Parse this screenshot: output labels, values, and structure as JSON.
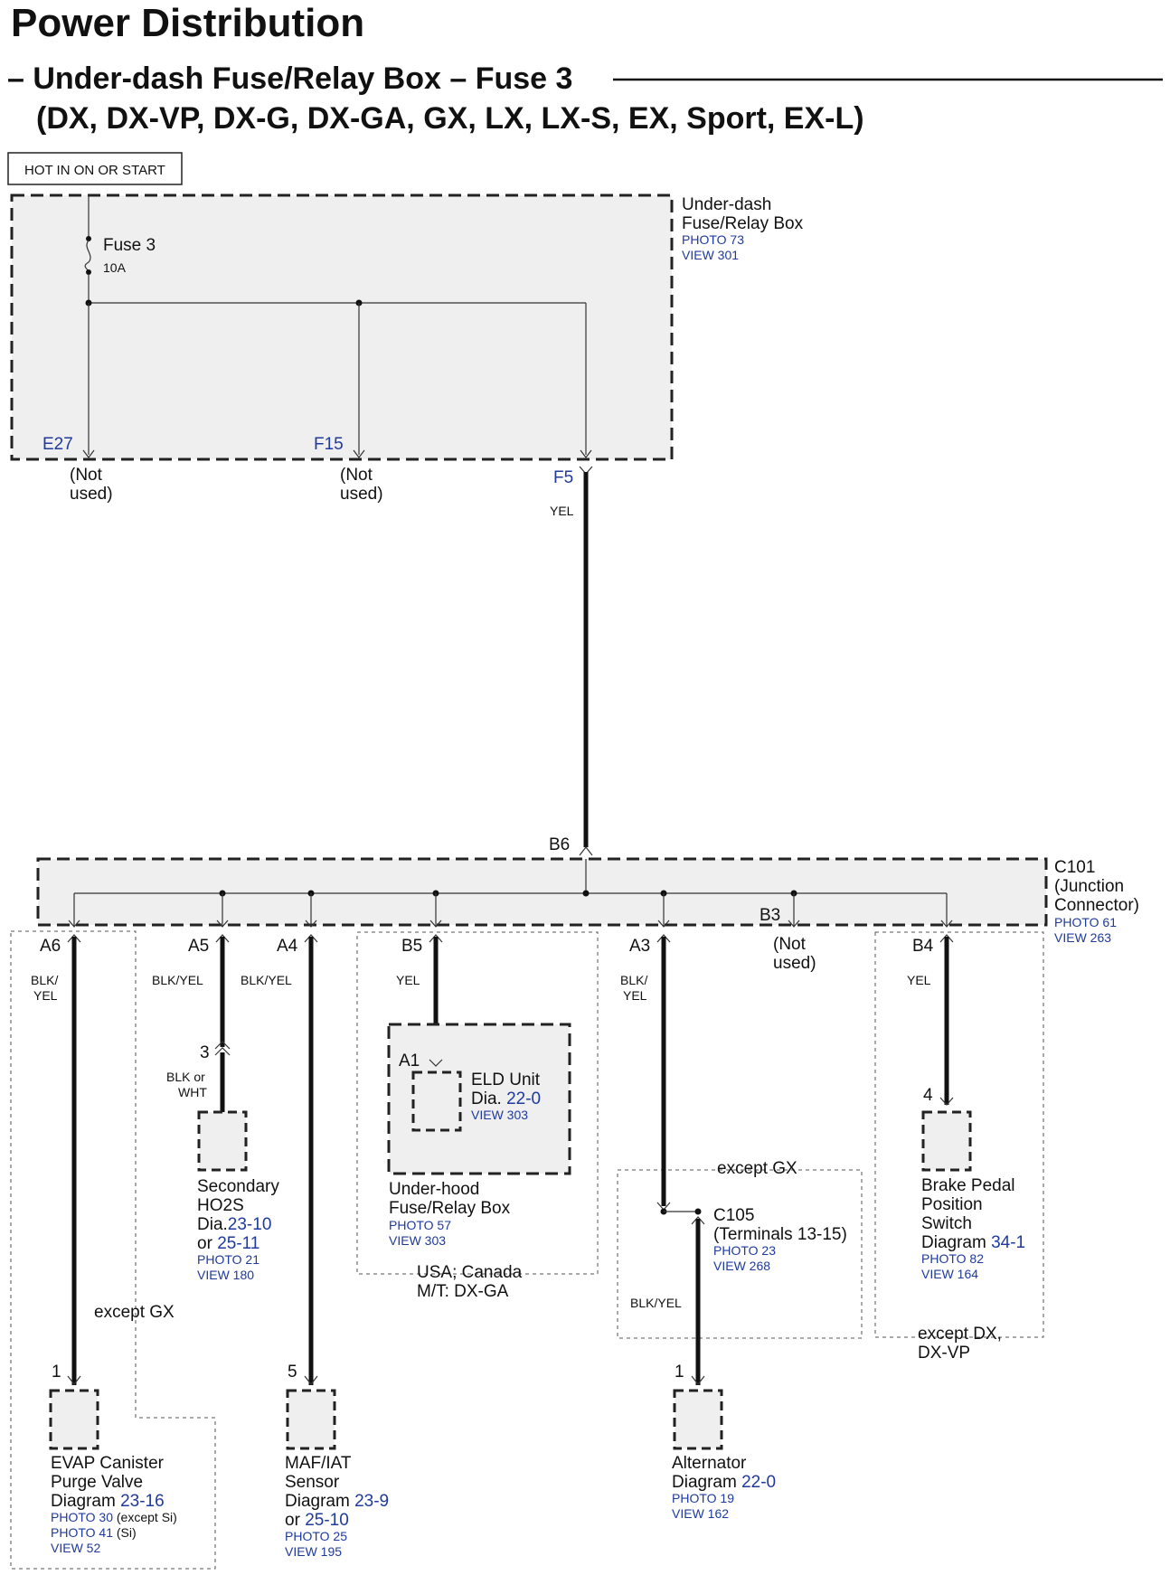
{
  "title": "Power Distribution",
  "subtitle_line1": "– Under-dash Fuse/Relay Box – Fuse 3",
  "subtitle_line2": "(DX, DX-VP, DX-G, DX-GA, GX, LX, LX-S, EX, Sport, EX-L)",
  "hot_label": "HOT IN ON OR START",
  "fuse_box": {
    "name_line1": "Under-dash",
    "name_line2": "Fuse/Relay Box",
    "photo": "PHOTO 73",
    "view": "VIEW 301",
    "fuse_name": "Fuse 3",
    "fuse_rating": "10A",
    "terminals": {
      "e27": "E27",
      "f15": "F15",
      "f5": "F5"
    },
    "not_used": [
      "(Not",
      "used)"
    ],
    "f5_wire": "YEL"
  },
  "junction": {
    "name_line1": "C101",
    "name_line2": "(Junction",
    "name_line3": "Connector)",
    "photo": "PHOTO 61",
    "view": "VIEW 263",
    "input_terminal": "B6",
    "b3": "B3",
    "b3_not_used": [
      "(Not",
      "used)"
    ]
  },
  "branches": {
    "a6": {
      "terminal": "A6",
      "wire": [
        "BLK/",
        "YEL"
      ],
      "condition": "except GX",
      "pin": "1",
      "name_line1": "EVAP Canister",
      "name_line2": "Purge Valve",
      "diagram_prefix": "Diagram ",
      "diagram_ref": "23-16",
      "photo1": "PHOTO 30",
      "photo1_note": " (except Si)",
      "photo2": "PHOTO 41",
      "photo2_note": " (Si)",
      "view": "VIEW 52"
    },
    "a5": {
      "terminal": "A5",
      "wire": "BLK/YEL",
      "conn_pin": "3",
      "wire2": [
        "BLK or",
        "WHT"
      ],
      "name_line1": "Secondary",
      "name_line2": "HO2S",
      "dia_prefix": "Dia.",
      "dia_ref": "23-10",
      "or_prefix": "or ",
      "or_ref": "25-11",
      "photo": "PHOTO 21",
      "view": "VIEW 180"
    },
    "a4": {
      "terminal": "A4",
      "wire": "BLK/YEL",
      "pin": "5",
      "name_line1": "MAF/IAT",
      "name_line2": "Sensor",
      "diagram_prefix": "Diagram ",
      "diagram_ref": "23-9",
      "or_prefix": "or ",
      "or_ref": "25-10",
      "photo": "PHOTO 25",
      "view": "VIEW 195"
    },
    "b5": {
      "terminal": "B5",
      "wire": "YEL",
      "inner_terminal": "A1",
      "eld_name": "ELD Unit",
      "eld_dia_prefix": "Dia. ",
      "eld_dia_ref": "22-0",
      "eld_view": "VIEW 303",
      "box_name_line1": "Under-hood",
      "box_name_line2": "Fuse/Relay Box",
      "box_photo": "PHOTO 57",
      "box_view": "VIEW 303",
      "condition_line1": "USA; Canada",
      "condition_line2": "M/T: DX-GA"
    },
    "a3": {
      "terminal": "A3",
      "wire": [
        "BLK/",
        "YEL"
      ],
      "condition": "except GX",
      "conn_name": "C105",
      "conn_terminals": "(Terminals 13-15)",
      "conn_photo": "PHOTO 23",
      "conn_view": "VIEW 268",
      "wire2": "BLK/YEL",
      "pin": "1",
      "name": "Alternator",
      "diagram_prefix": "Diagram ",
      "diagram_ref": "22-0",
      "photo": "PHOTO 19",
      "view": "VIEW 162"
    },
    "b4": {
      "terminal": "B4",
      "wire": "YEL",
      "pin": "4",
      "name_line1": "Brake Pedal",
      "name_line2": "Position",
      "name_line3": "Switch",
      "diagram_prefix": "Diagram ",
      "diagram_ref": "34-1",
      "photo": "PHOTO 82",
      "view": "VIEW 164",
      "condition_line1": "except DX,",
      "condition_line2": "DX-VP"
    }
  }
}
